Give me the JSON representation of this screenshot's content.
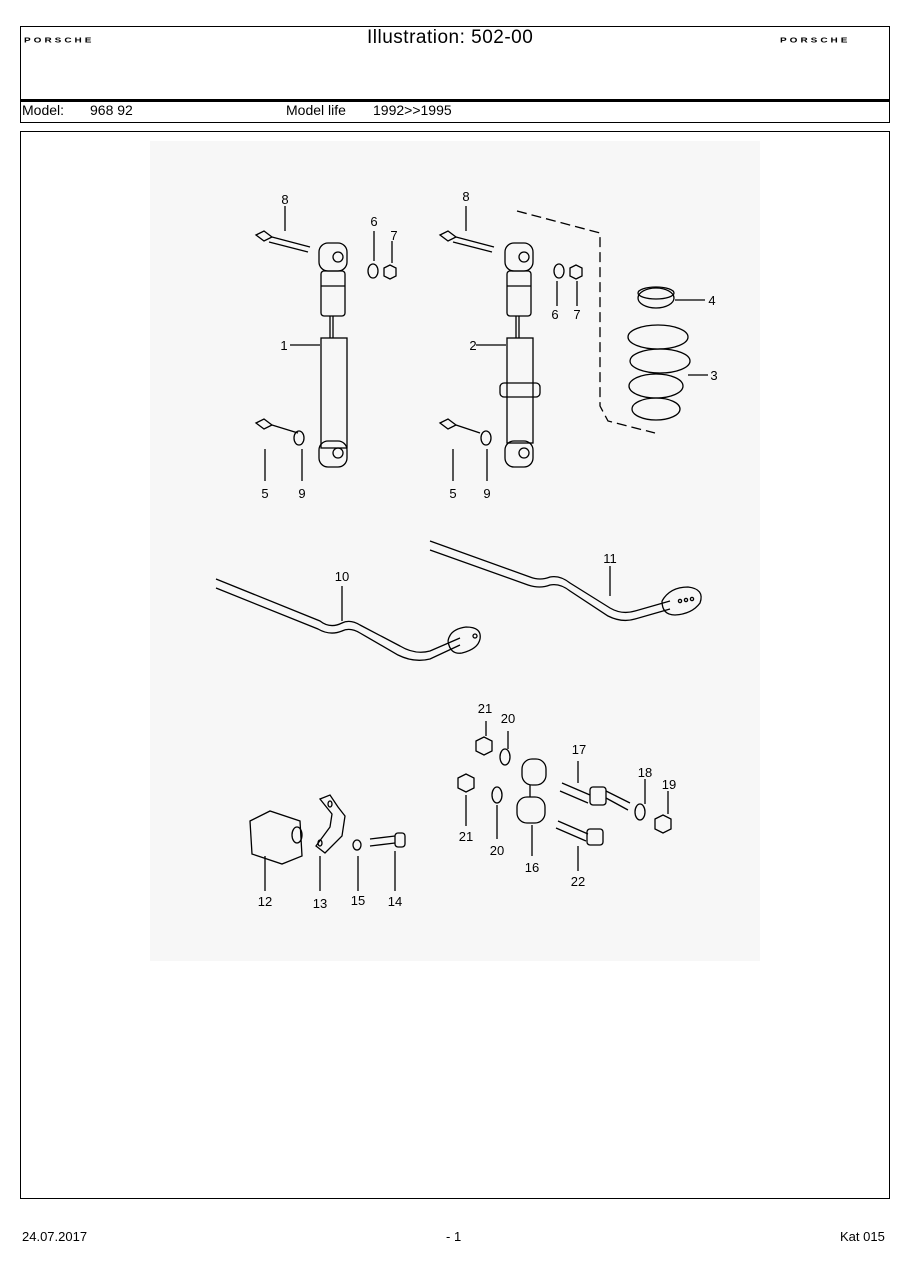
{
  "header": {
    "brand_left": "PORSCHE",
    "brand_right": "PORSCHE",
    "title": "Illustration: 502-00",
    "model_label": "Model:",
    "model_value": "968 92",
    "model_life_label": "Model life",
    "model_life_value": "1992>>1995"
  },
  "diagram": {
    "part_labels": [
      "1",
      "2",
      "3",
      "4",
      "5",
      "5",
      "6",
      "6",
      "7",
      "7",
      "8",
      "8",
      "9",
      "9",
      "10",
      "11",
      "12",
      "13",
      "14",
      "15",
      "16",
      "17",
      "18",
      "19",
      "20",
      "20",
      "21",
      "21",
      "22"
    ]
  },
  "footer": {
    "date": "24.07.2017",
    "page": "- 1",
    "catalog": "Kat 015"
  },
  "colors": {
    "line": "#000000",
    "paper": "#ffffff",
    "diagram_bg": "#f7f7f7"
  }
}
